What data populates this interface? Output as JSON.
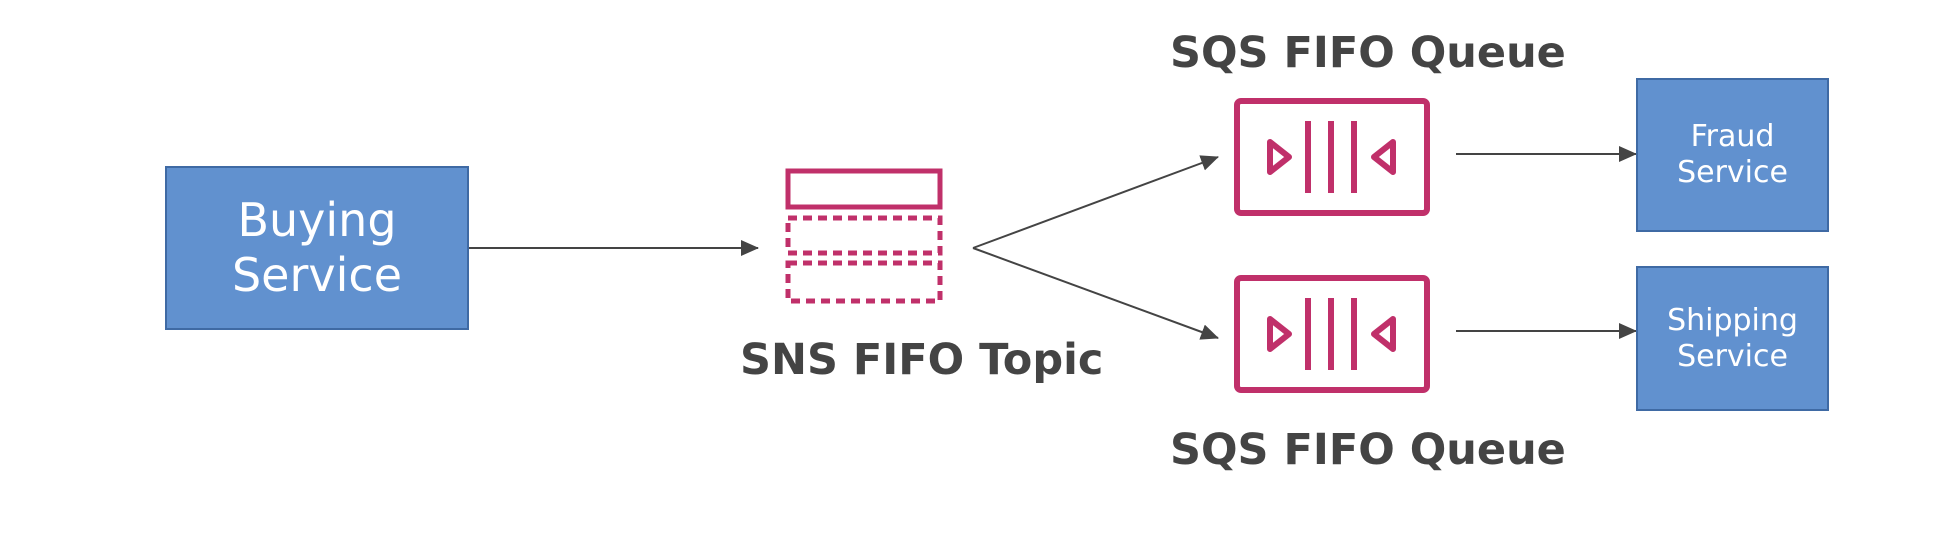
{
  "nodes": {
    "buying_service": "Buying\nService",
    "sns_topic": "SNS FIFO Topic",
    "sqs_queue_top": "SQS FIFO Queue",
    "sqs_queue_bottom": "SQS FIFO Queue",
    "fraud_service": "Fraud\nService",
    "shipping_service": "Shipping\nService"
  },
  "icons": {
    "sns": "sns-topic-icon",
    "sqs": "sqs-queue-icon"
  },
  "colors": {
    "service_box_fill": "#6191cf",
    "service_box_border": "#3f6aa4",
    "aws_icon": "#c0306a",
    "arrow": "#444444",
    "label_text": "#444444"
  }
}
